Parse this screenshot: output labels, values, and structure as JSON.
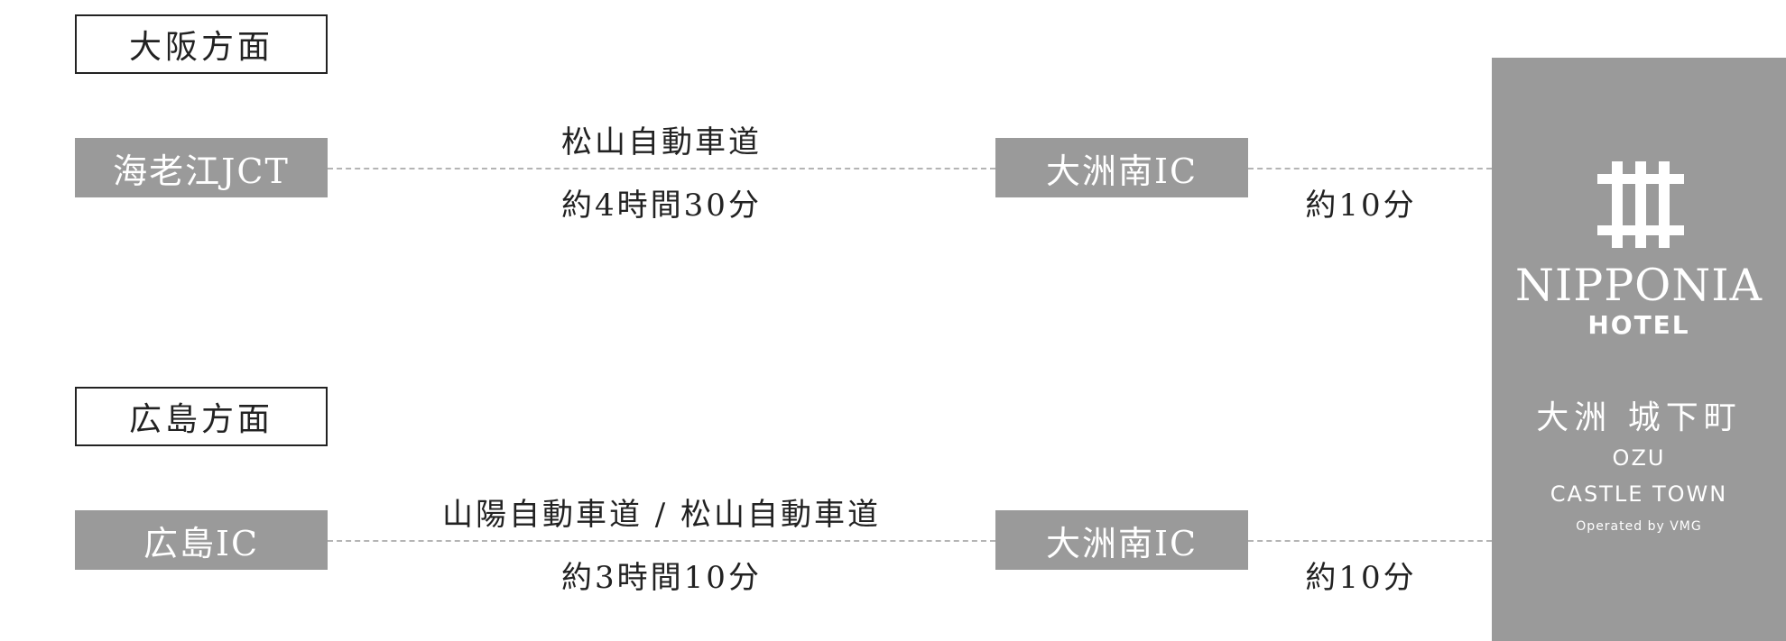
{
  "osaka": {
    "heading": "大阪方面",
    "origin": "海老江JCT",
    "route": "松山自動車道",
    "time": "約4時間30分",
    "exit": "大洲南IC",
    "final_time": "約10分"
  },
  "hiroshima": {
    "heading": "広島方面",
    "origin": "広島IC",
    "route": "山陽自動車道 / 松山自動車道",
    "time": "約3時間10分",
    "exit": "大洲南IC",
    "final_time": "約10分"
  },
  "hotel": {
    "brand": "NIPPONIA",
    "type": "HOTEL",
    "area": "大洲 城下町",
    "city": "OZU",
    "subtitle": "CASTLE TOWN",
    "operator": "Operated by VMG",
    "logo_icon": "castle-gate-logo-icon"
  },
  "colors": {
    "node_gray": "#9a9a9a",
    "dash_gray": "#b4b4b4",
    "text": "#222222"
  }
}
